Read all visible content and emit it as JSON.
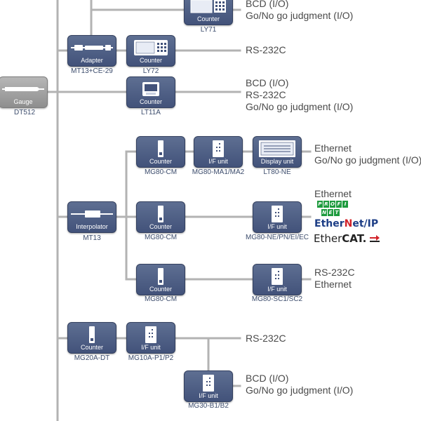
{
  "devices": [
    {
      "id": "ly71",
      "label": "Counter",
      "model": "LY71",
      "icon": "counter-keypad-icon",
      "theme": "blue"
    },
    {
      "id": "mt13ce29",
      "label": "Adapter",
      "model": "MT13+CE-29",
      "icon": "adapter-cable-icon",
      "theme": "blue"
    },
    {
      "id": "ly72",
      "label": "Counter",
      "model": "LY72",
      "icon": "counter-panel-icon",
      "theme": "blue"
    },
    {
      "id": "dt512",
      "label": "Gauge",
      "model": "DT512",
      "icon": "gauge-probe-icon",
      "theme": "gray"
    },
    {
      "id": "lt11a",
      "label": "Counter",
      "model": "LT11A",
      "icon": "counter-display-icon",
      "theme": "blue"
    },
    {
      "id": "mg80cm_1",
      "label": "Counter",
      "model": "MG80-CM",
      "icon": "counter-module-icon",
      "theme": "blue"
    },
    {
      "id": "mg80ma",
      "label": "I/F unit",
      "model": "MG80-MA1/MA2",
      "icon": "if-unit-icon",
      "theme": "blue"
    },
    {
      "id": "lt80ne",
      "label": "Display unit",
      "model": "LT80-NE",
      "icon": "display-unit-icon",
      "theme": "blue"
    },
    {
      "id": "mt13",
      "label": "Interpolator",
      "model": "MT13",
      "icon": "interpolator-icon",
      "theme": "blue"
    },
    {
      "id": "mg80cm_2",
      "label": "Counter",
      "model": "MG80-CM",
      "icon": "counter-module-icon",
      "theme": "blue"
    },
    {
      "id": "mg80ne",
      "label": "I/F unit",
      "model": "MG80-NE/PN/EI/EC",
      "icon": "if-unit-icon",
      "theme": "blue"
    },
    {
      "id": "mg80cm_3",
      "label": "Counter",
      "model": "MG80-CM",
      "icon": "counter-module-icon",
      "theme": "blue"
    },
    {
      "id": "mg80sc",
      "label": "I/F unit",
      "model": "MG80-SC1/SC2",
      "icon": "if-unit-icon",
      "theme": "blue"
    },
    {
      "id": "mg20a",
      "label": "Counter",
      "model": "MG20A-DT",
      "icon": "counter-module-icon",
      "theme": "blue"
    },
    {
      "id": "mg10a",
      "label": "I/F unit",
      "model": "MG10A-P1/P2",
      "icon": "if-unit-icon",
      "theme": "blue"
    },
    {
      "id": "mg30b",
      "label": "I/F unit",
      "model": "MG30-B1/B2",
      "icon": "if-unit-icon",
      "theme": "blue"
    }
  ],
  "outputs": {
    "ly71": [
      "BCD (I/O)",
      "Go/No go judgment (I/O)"
    ],
    "ly72": [
      "RS-232C"
    ],
    "lt11a": [
      "BCD (I/O)",
      "RS-232C",
      "Go/No go judgment (I/O)"
    ],
    "lt80ne": [
      "Ethernet",
      "Go/No go judgment (I/O)"
    ],
    "mg80ne": [
      "Ethernet"
    ],
    "mg80sc": [
      "RS-232C",
      "Ethernet"
    ],
    "mg10a": [
      "RS-232C"
    ],
    "mg30b": [
      "BCD (I/O)",
      "Go/No go judgment (I/O)"
    ]
  },
  "fieldbus_logos": {
    "profinet_top": [
      "P",
      "R",
      "O",
      "F",
      "I"
    ],
    "profinet_bottom": [
      "N",
      "E",
      "T"
    ],
    "ethernetip_prefix": "Ether",
    "ethernetip_mid": "N",
    "ethernetip_suffix": "et/IP",
    "ethercat_prefix": "Ether",
    "ethercat_suffix": "CAT."
  },
  "colors": {
    "device_blue": "#4d5d82",
    "gauge_gray": "#a0a0a0",
    "wire": "#b3b3b3",
    "model_text": "#3d4d6d",
    "annotation_text": "#4a4a4a",
    "profinet_green": "#1e9b3e",
    "ethernetip_blue": "#1d3e86",
    "ethercat_red": "#d2232a"
  }
}
